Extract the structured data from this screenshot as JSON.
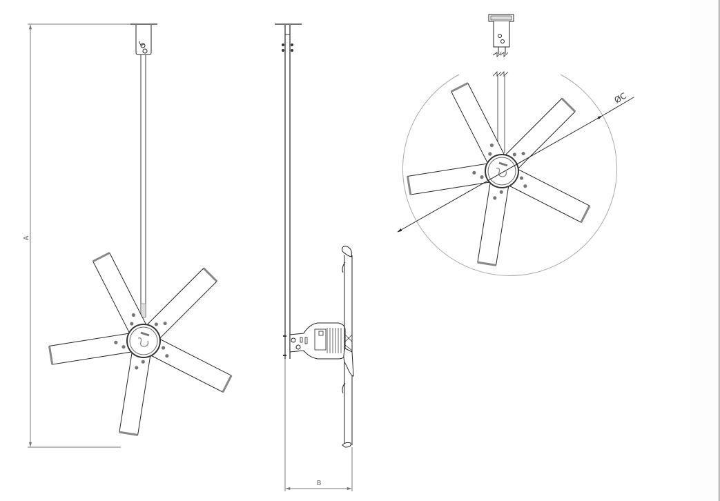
{
  "drawing": {
    "type": "technical drawing",
    "subject": "ceiling fan with downrod, 5 blades",
    "views": [
      {
        "name": "front-view",
        "label": "Front view with height dimension"
      },
      {
        "name": "side-view",
        "label": "Side view with depth dimension"
      },
      {
        "name": "plan-view",
        "label": "Plan view with diameter dimension"
      }
    ],
    "dimensions": {
      "height_label": "A",
      "depth_label": "B",
      "diameter_label": "ØC"
    },
    "blade_count": 5
  },
  "colors": {
    "line": "#222222",
    "dim_line": "#777777",
    "blade_tip": "#888888",
    "circle": "#aaaaaa"
  }
}
